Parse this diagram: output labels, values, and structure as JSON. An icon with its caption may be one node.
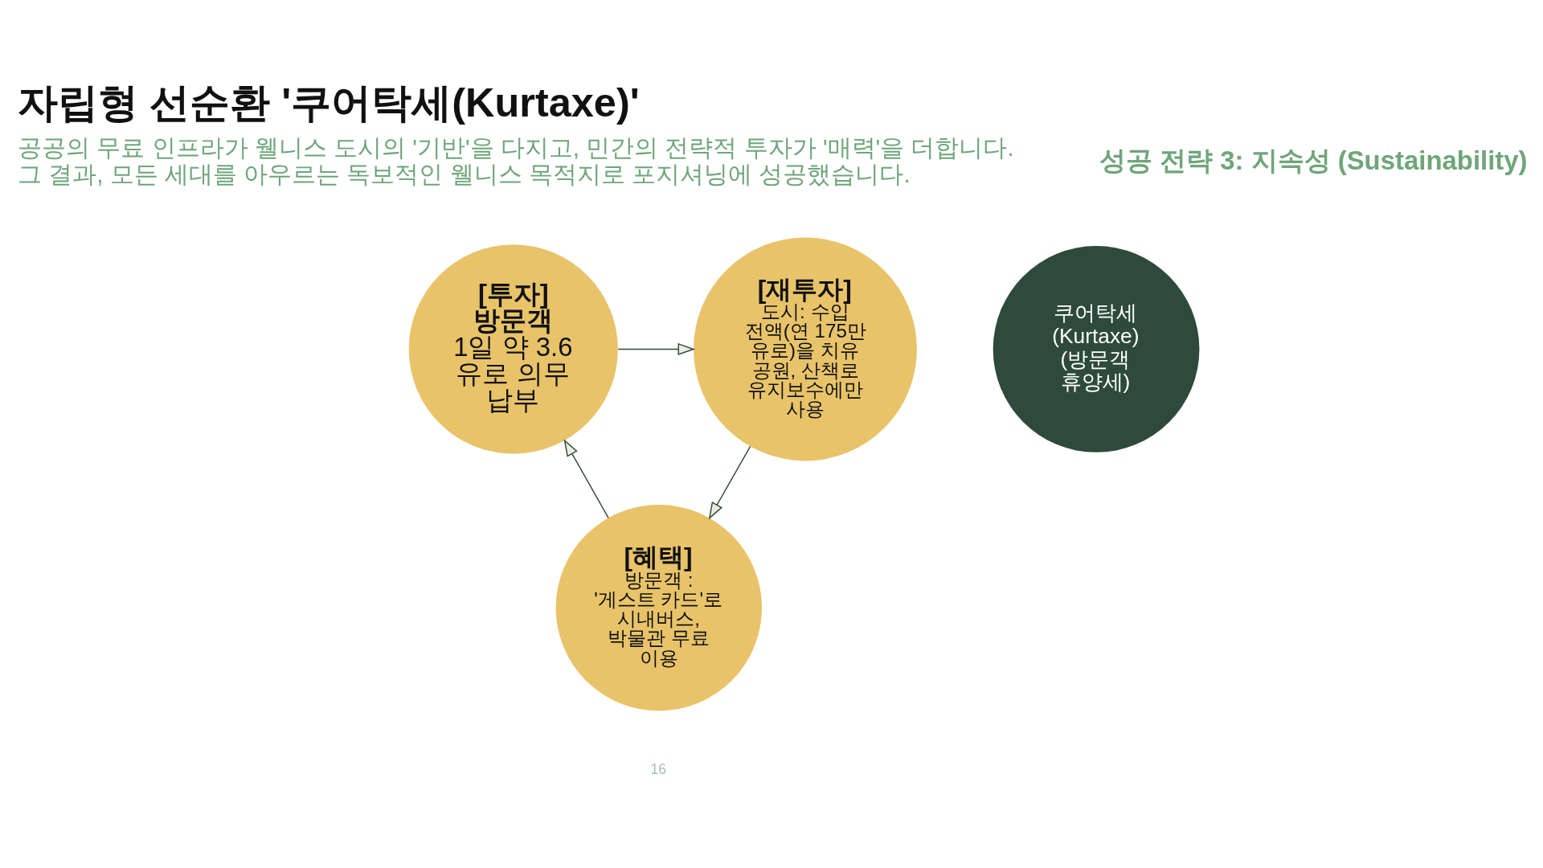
{
  "diagram": {
    "title": "자립형 선순환 '쿠어탁세(Kurtaxe)'",
    "nodes": [
      {
        "text": [
          "[투자] 방문객",
          "1일 약 3.6 유로 의무 납부"
        ]
      },
      {
        "text": [
          "쿠어탁세 (Kurtaxe) (방문객 휴양세)"
        ]
      },
      {
        "text": [
          "[재투자]",
          "도시: 수입 전액(연 175만 유로)을 치유 공원, 산책로 유지보수에만 사용"
        ]
      },
      {
        "text": [
          "[혜택]",
          "방문객 : '게스트 카드'로 시내버스, 박물관 무료 이용"
        ]
      }
    ],
    "edges": [
      {
        "from": 0,
        "to": 2,
        "arrow": "to"
      },
      {
        "from": 2,
        "to": 3,
        "arrow": "to"
      },
      {
        "from": 3,
        "to": 0,
        "arrow": "to"
      }
    ],
    "labels": [
      "성공 전략 3: 지속성 (Sustainability)",
      "공공의 무료 인프라가 웰니스 도시의 '기반'을 다지고, 민간의 전략적 투자가 '매력'을 더합니다. 그 결과, 모든 세대를 아우르는 독보적인 웰니스 목적지로 포지셔닝에 성공했습니다.",
      "16"
    ]
  }
}
